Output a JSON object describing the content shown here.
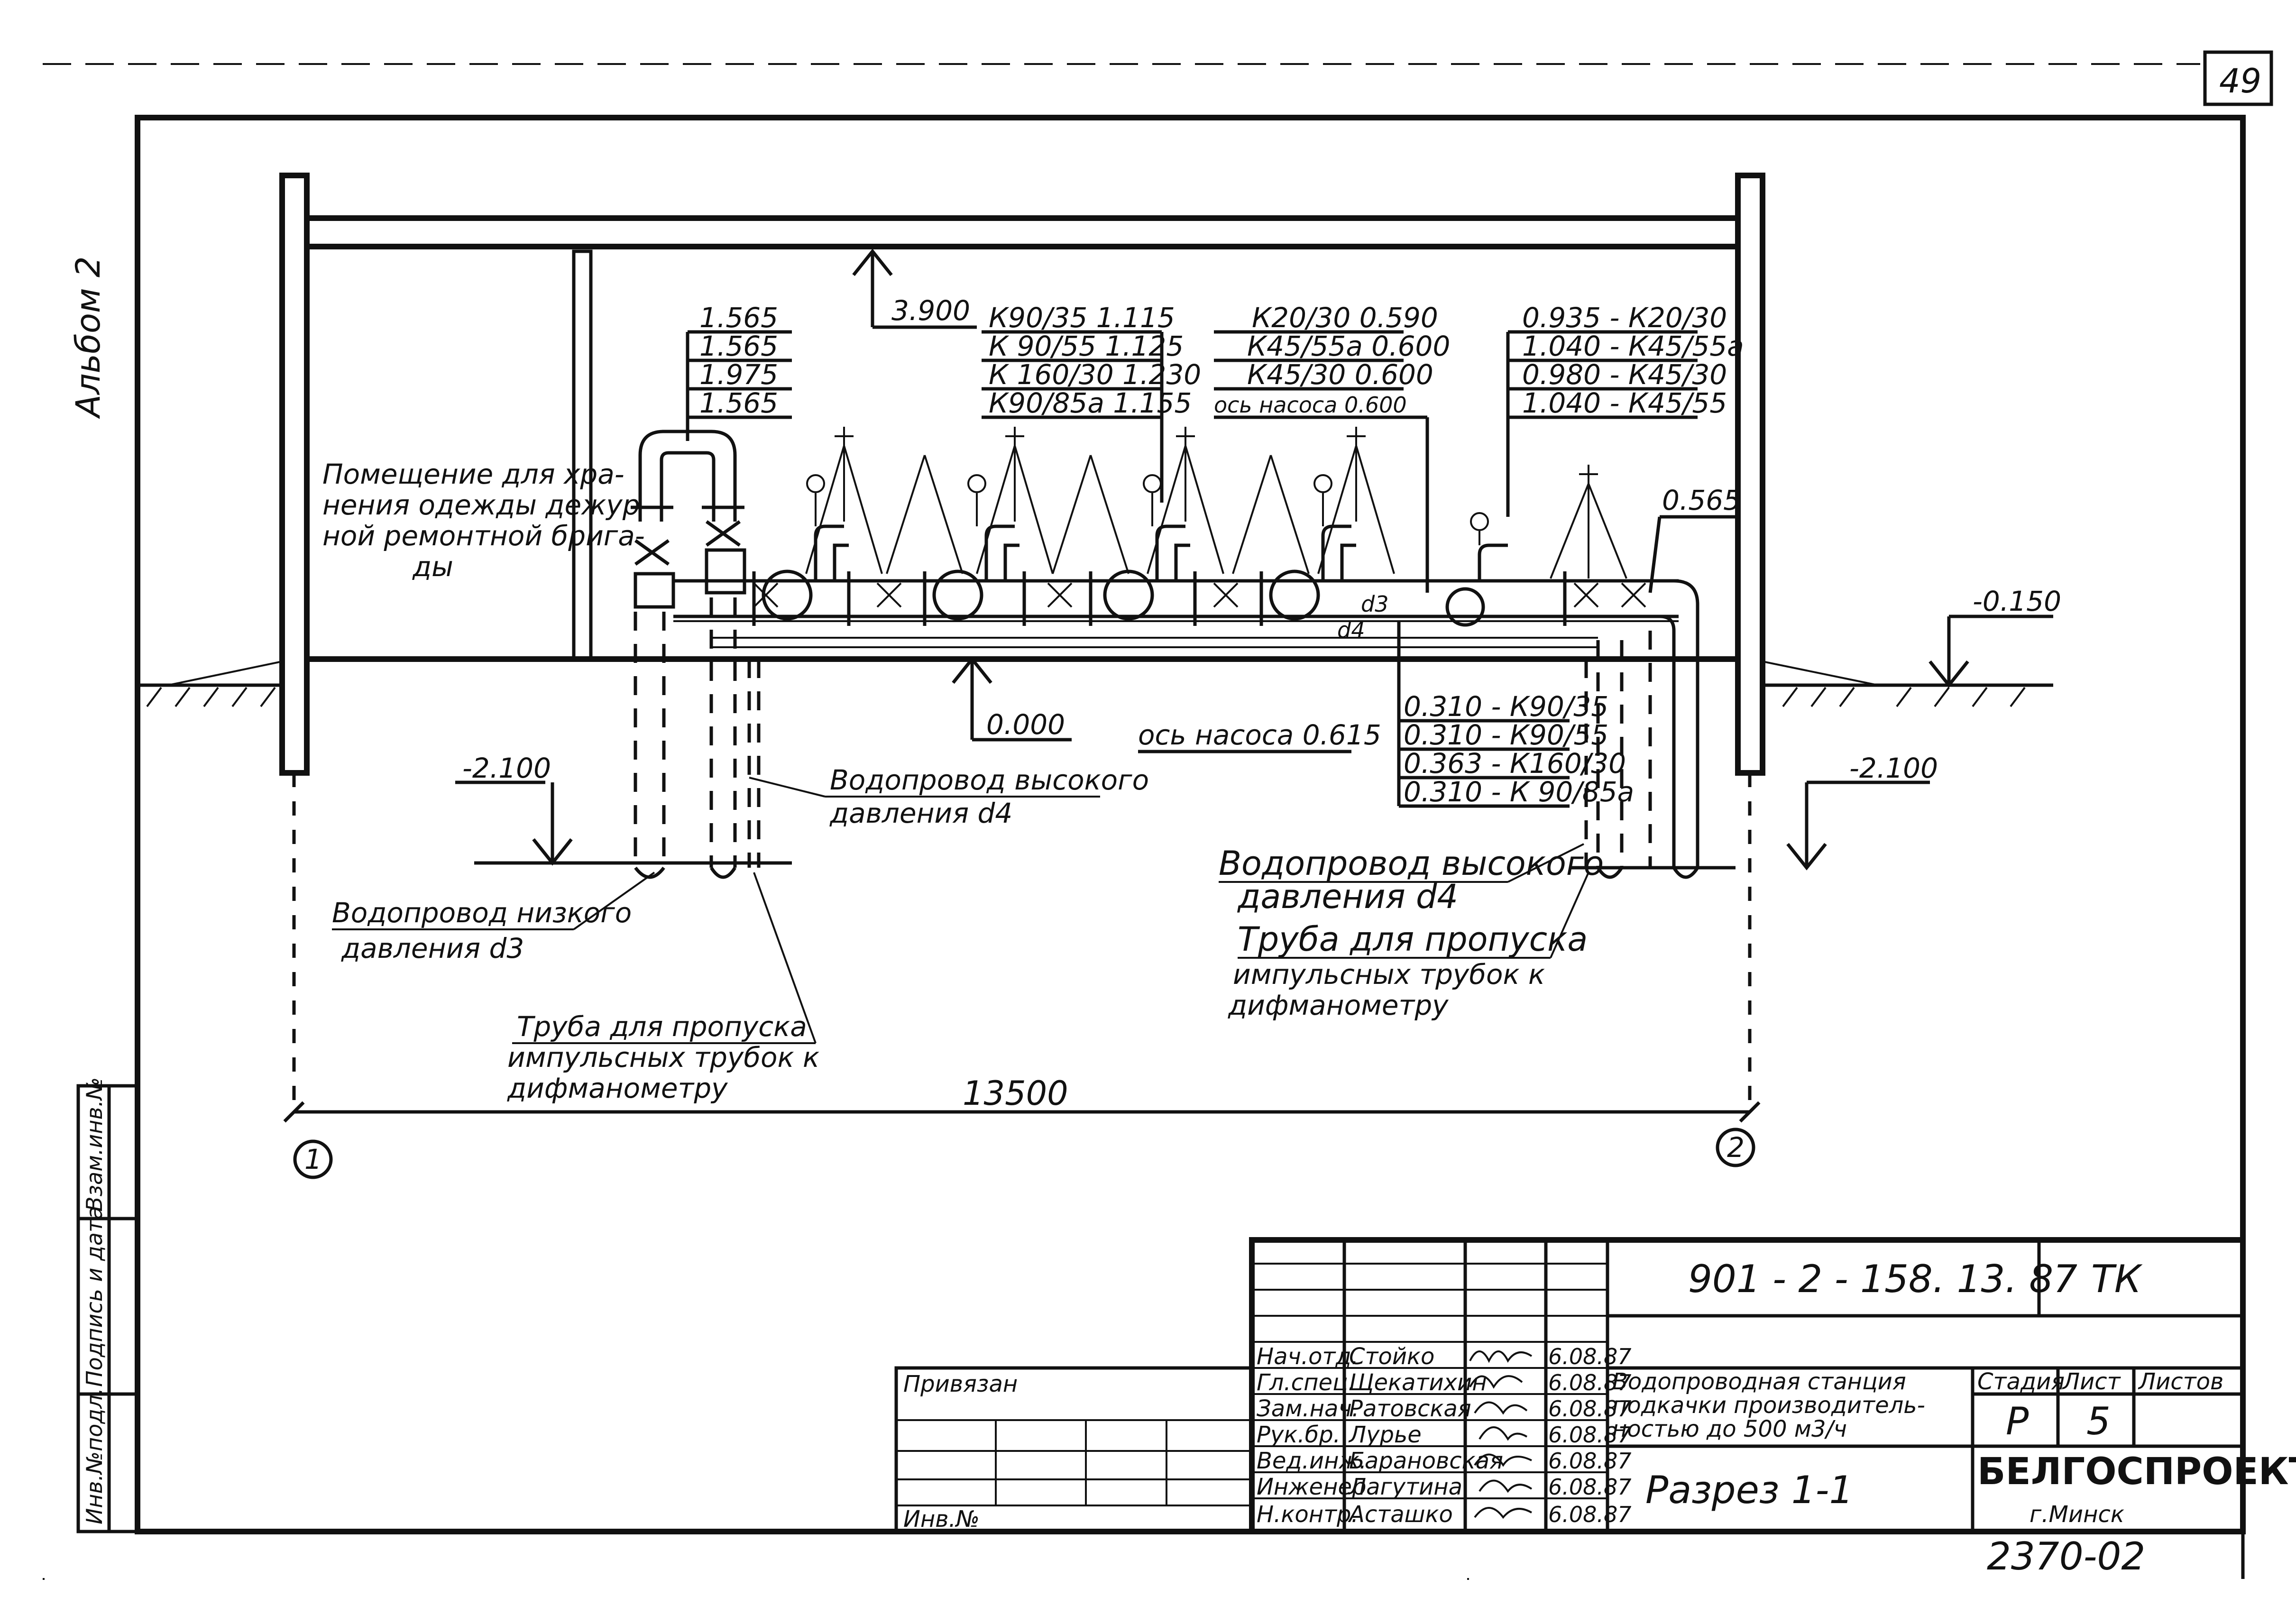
{
  "sheet": {
    "page_number": "49",
    "album_label": "Альбом 2",
    "bottom_code": "2370-02",
    "side_stamp": [
      "Инв.№подл.",
      "Подпись и дата",
      "Взам.инв.№"
    ]
  },
  "drawing": {
    "room_label": [
      "Помещение для хра-",
      "нения одежды дежур-",
      "ной ремонтной брига-",
      "ды"
    ],
    "elev_top": "3.900",
    "elev_zero": "0.000",
    "elev_ground": "-0.150",
    "elev_left_bottom": "-2.100",
    "elev_right_bottom": "-2.100",
    "elev_right_pipe": "0.565",
    "pump_axis": "ось насоса 0.615",
    "left_elev_stack": [
      "1.565",
      "1.565",
      "1.975",
      "1.565"
    ],
    "pump_group_a": [
      "К90/35 1.115",
      "К 90/55 1.125",
      "К 160/30 1.230",
      "К90/85а 1.155"
    ],
    "pump_group_b": [
      "К20/30 0.590",
      "К45/55а 0.600",
      "К45/30 0.600",
      "ось насоса 0.600"
    ],
    "pump_group_c": [
      "0.935 - К20/30",
      "1.040 - К45/55а",
      "0.980 - К45/30",
      "1.040 - К45/55"
    ],
    "pump_group_d": [
      "0.310 - К90/35",
      "0.310 - К90/55",
      "0.363 - К160/30",
      "0.310 - К 90/85а"
    ],
    "pipe_d3": "d3",
    "pipe_d4": "d4",
    "callout_hp_left": [
      "Водопровод высокого",
      "давления d4"
    ],
    "callout_lp_left": [
      "Водопровод низкого",
      "давления d3"
    ],
    "callout_tube_left": [
      "Труба для пропуска",
      "импульсных трубок к",
      "дифманометру"
    ],
    "callout_hp_right": [
      "Водопровод высокого",
      "давления d4"
    ],
    "callout_tube_right": [
      "Труба для пропуска",
      "импульсных трубок к",
      "дифманометру"
    ],
    "dimension_total": "13500",
    "axis_1": "1",
    "axis_2": "2"
  },
  "title_block": {
    "doc_code": "901 - 2 - 158. 13. 87",
    "section": "ТК",
    "privyazan": "Привязан",
    "inv_no": "Инв.№",
    "roles": [
      {
        "role": "Нач.отд.",
        "name": "Стойко",
        "date": "6.08.87"
      },
      {
        "role": "Гл.спец.",
        "name": "Щекатихин",
        "date": "6.08.87"
      },
      {
        "role": "Зам.нач.",
        "name": "Ратовская",
        "date": "6.08.87"
      },
      {
        "role": "Рук.бр.",
        "name": "Лурье",
        "date": "6.08.87"
      },
      {
        "role": "Вед.инж.",
        "name": "Барановская",
        "date": "6.08.87"
      },
      {
        "role": "Инженер",
        "name": "Лагутина",
        "date": "6.08.87"
      },
      {
        "role": "Н.контр.",
        "name": "Асташко",
        "date": "6.08.87"
      }
    ],
    "project_title": [
      "Водопроводная станция",
      "подкачки производитель-",
      "ностью до 500 м3/ч"
    ],
    "sheet_title": "Разрез 1-1",
    "stage_label": "Стадия",
    "sheet_label": "Лист",
    "sheets_label": "Листов",
    "stage_value": "Р",
    "sheet_value": "5",
    "organization": "БЕЛГОСПРОЕКТ",
    "city": "г.Минск"
  }
}
